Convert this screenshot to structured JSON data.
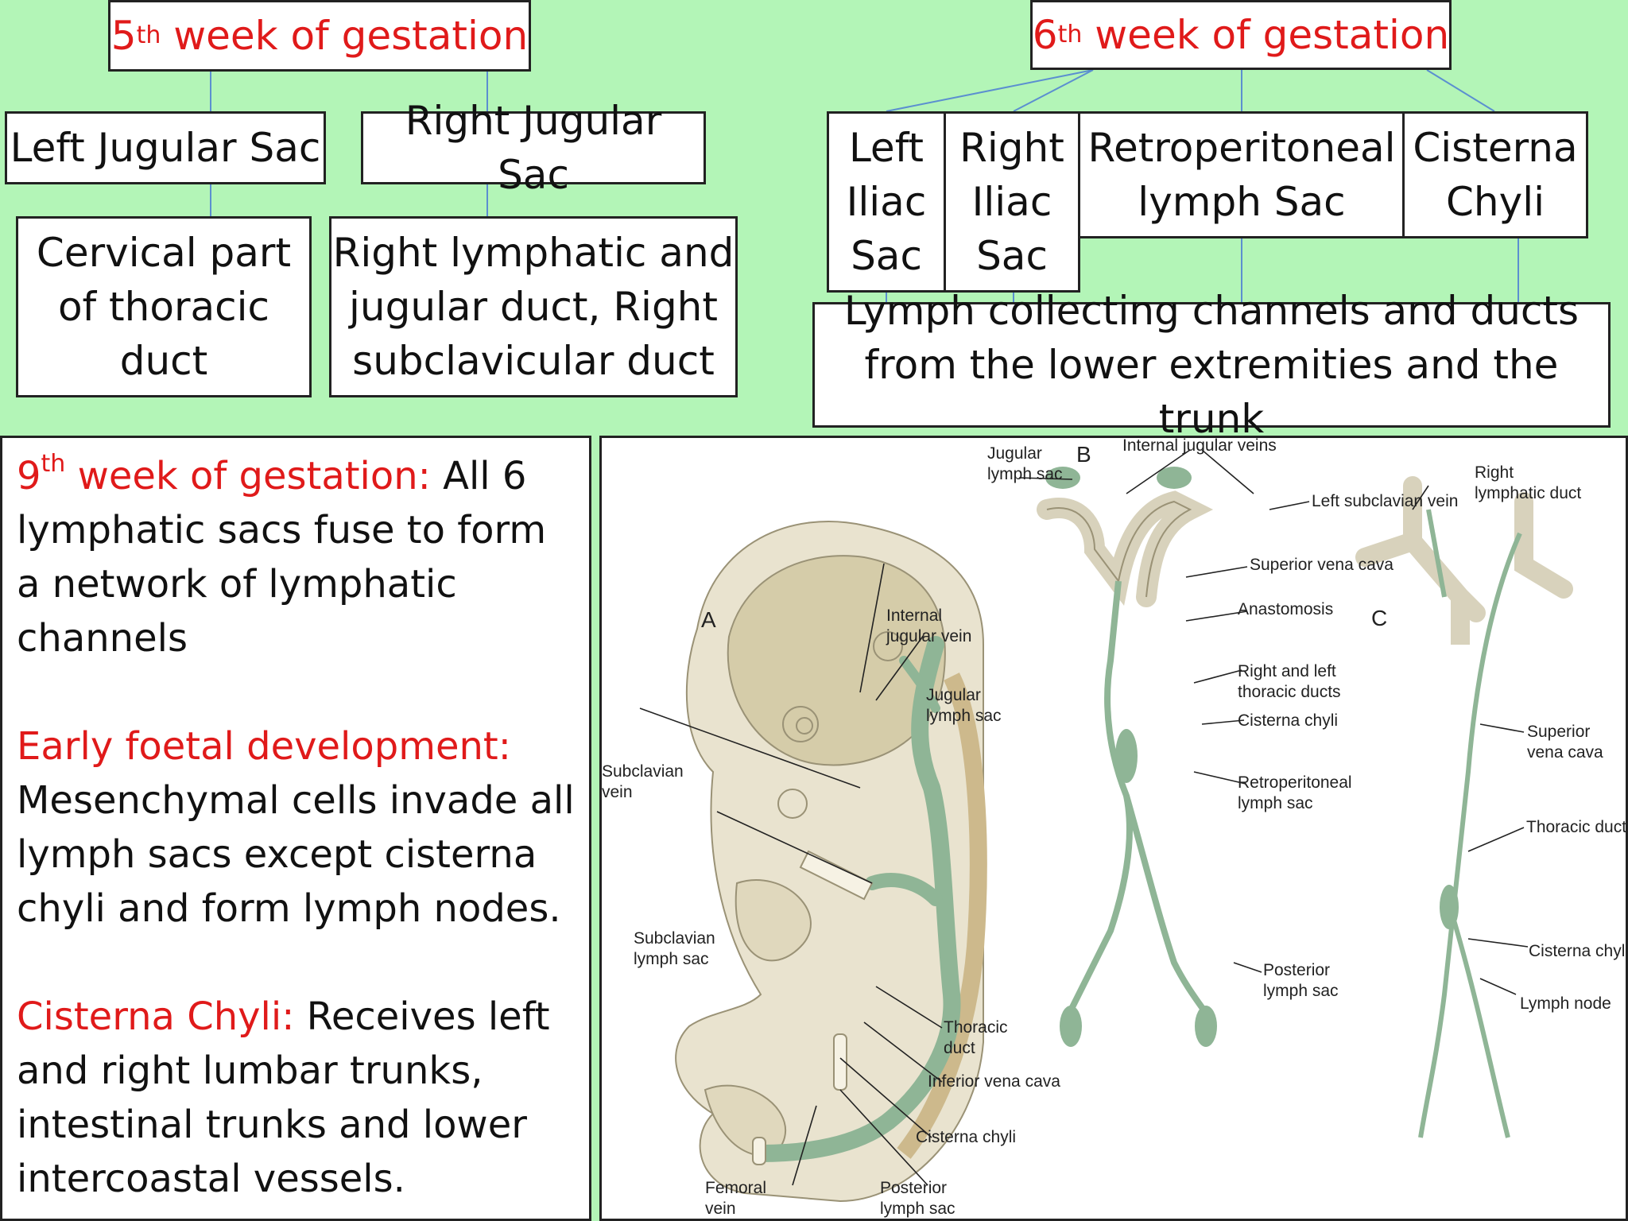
{
  "week5": {
    "num": "5",
    "sup": "th",
    "rest": " week of gestation"
  },
  "week6": {
    "num": "6",
    "sup": "th",
    "rest": " week of gestation"
  },
  "left_jugular": "Left Jugular Sac",
  "right_jugular": "Right Jugular Sac",
  "cervical": [
    "Cervical part",
    "of thoracic",
    "duct"
  ],
  "right_lymph": [
    "Right lymphatic and",
    "jugular duct, Right",
    "subclavicular duct"
  ],
  "left_iliac": [
    "Left",
    "Iliac",
    "Sac"
  ],
  "right_iliac": [
    "Right",
    "Iliac",
    "Sac"
  ],
  "retro": [
    "Retroperitoneal",
    "lymph Sac"
  ],
  "cisterna": [
    "Cisterna",
    "Chyli"
  ],
  "lymph_collect": [
    "Lymph collecting channels and ducts",
    "from the lower extremities and the trunk"
  ],
  "notes": {
    "p1_sup_num": "9",
    "p1_sup": "th",
    "p1_red": " week of gestation:",
    "p1_rest": " All 6 lymphatic sacs fuse to form a network of lymphatic channels",
    "p2_red": "Early foetal development:",
    "p2_rest": " Mesenchymal cells invade all lymph sacs except cisterna chyli and form lymph nodes.",
    "p3_red": "Cisterna Chyli:",
    "p3_rest": " Receives left and right lumbar trunks, intestinal trunks and lower intercoastal vessels."
  },
  "figure": {
    "panel_a": "A",
    "panel_b": "B",
    "panel_c": "C",
    "a_internal_jugular": [
      "Internal",
      "jugular vein"
    ],
    "a_jugular_sac": [
      "Jugular",
      "lymph sac"
    ],
    "a_subclavian_vein": [
      "Subclavian",
      "vein"
    ],
    "a_subclavian_sac": [
      "Subclavian",
      "lymph sac"
    ],
    "a_thoracic": [
      "Thoracic",
      "duct"
    ],
    "a_ivc": "Inferior vena cava",
    "a_cisterna": "Cisterna chyli",
    "a_femoral": [
      "Femoral",
      "vein"
    ],
    "a_posterior": [
      "Posterior",
      "lymph sac"
    ],
    "b_jugular_sac": [
      "Jugular",
      "lymph sac"
    ],
    "b_internal_jugular": "Internal jugular veins",
    "b_left_subclavian": "Left subclavian vein",
    "b_svc": "Superior vena cava",
    "b_anastomosis": "Anastomosis",
    "b_thoracic": [
      "Right and left",
      "thoracic ducts"
    ],
    "b_cisterna": "Cisterna chyli",
    "b_retro": [
      "Retroperitoneal",
      "lymph sac"
    ],
    "b_posterior": [
      "Posterior",
      "lymph sac"
    ],
    "c_right_lymph": [
      "Right",
      "lymphatic duct"
    ],
    "c_svc": [
      "Superior",
      "vena cava"
    ],
    "c_thoracic": "Thoracic duct",
    "c_cisterna": "Cisterna chyli",
    "c_node": "Lymph node"
  },
  "colors": {
    "background": "#b3f5b7",
    "red": "#e01a1a",
    "lymph": "#8fb596",
    "connector": "#5b8fd0"
  }
}
